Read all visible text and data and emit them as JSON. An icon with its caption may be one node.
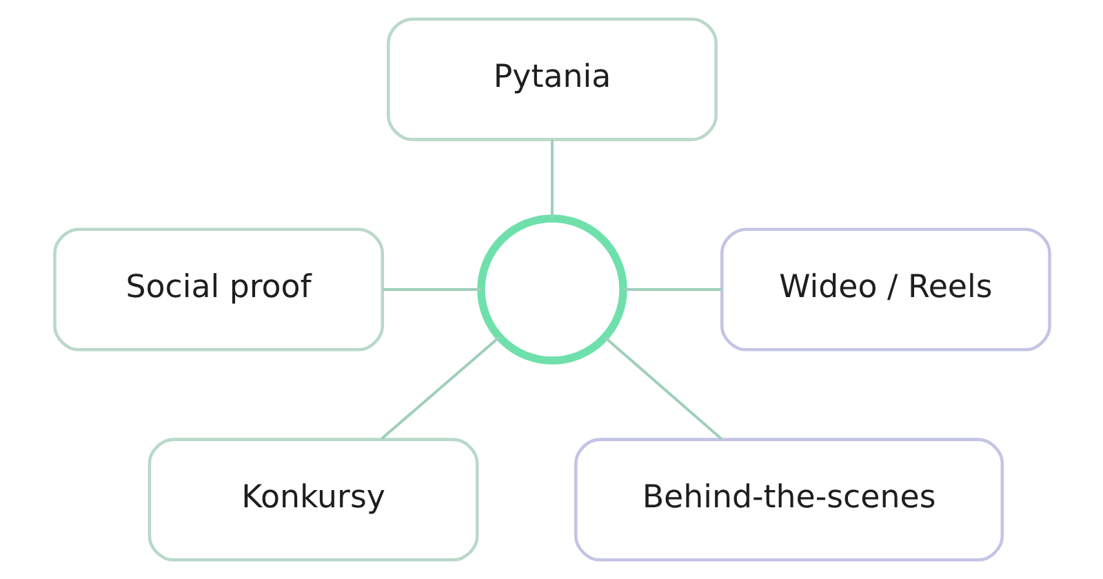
{
  "diagram": {
    "nodes": [
      {
        "text": [
          "Pytania"
        ]
      },
      {
        "text": [
          "Social proof"
        ]
      },
      {
        "text": [],
        "shape": "circle"
      },
      {
        "text": [
          "Wideo / Reels"
        ]
      },
      {
        "text": [
          "Konkursy"
        ]
      },
      {
        "text": [
          "Behind-the-scenes"
        ]
      }
    ],
    "edges": [
      {
        "from": 0,
        "to": 2,
        "arrow": "none"
      },
      {
        "from": 1,
        "to": 2,
        "arrow": "none"
      },
      {
        "from": 2,
        "to": 3,
        "arrow": "none"
      },
      {
        "from": 2,
        "to": 4,
        "arrow": "none"
      },
      {
        "from": 2,
        "to": 5,
        "arrow": "none"
      }
    ]
  }
}
